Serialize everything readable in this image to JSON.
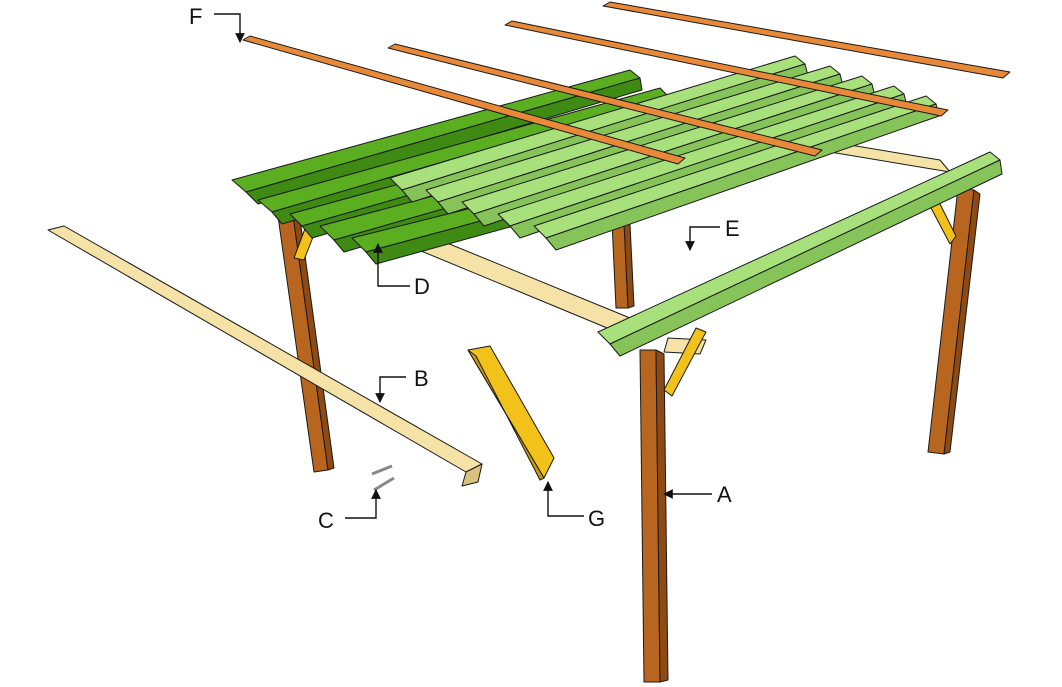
{
  "colors": {
    "post": "#b8651f",
    "post_shade": "#8e4a14",
    "beam": "#f4e2a6",
    "beam_shade": "#d9c27e",
    "rafter_dark": "#5aae1f",
    "rafter_dark_shade": "#3f8a12",
    "rafter_light": "#a8e07c",
    "rafter_light_shade": "#86c45a",
    "purlin": "#e8893a",
    "purlin_shade": "#c56a22",
    "brace": "#f2c21a",
    "brace_shade": "#c99a08",
    "bolt": "#888888"
  },
  "callouts": [
    {
      "id": "A",
      "label": "A",
      "part": "post"
    },
    {
      "id": "B",
      "label": "B",
      "part": "beam"
    },
    {
      "id": "C",
      "label": "C",
      "part": "bolts"
    },
    {
      "id": "D",
      "label": "D",
      "part": "rafter"
    },
    {
      "id": "E",
      "label": "E",
      "part": "rafter-notch"
    },
    {
      "id": "F",
      "label": "F",
      "part": "purlin"
    },
    {
      "id": "G",
      "label": "G",
      "part": "brace"
    }
  ]
}
